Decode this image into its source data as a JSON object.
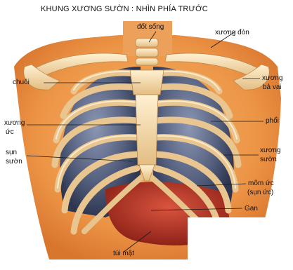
{
  "title": "KHUNG XƯƠNG SƯỜN  : NHÌN PHÍA TRƯỚC",
  "labels": {
    "dot_song": "đốt sống",
    "xuong_don": "xương đòn",
    "chuoi": "chuôi",
    "xuong_ba_vai_1": "xương",
    "xuong_ba_vai_2": "bả vai",
    "xuong_uc_1": "xương",
    "xuong_uc_2": "ức",
    "phoi": "phổi",
    "sun_suon_1": "sụn",
    "sun_suon_2": "sườn",
    "xuong_suon_1": "xương",
    "xuong_suon_2": "sườn",
    "mom_uc_1": "mõm ức",
    "mom_uc_2": "(sụn ức)",
    "gan": "Gan",
    "tui_mat": "túi mật"
  },
  "colors": {
    "background": "#ffffff",
    "skin": "#f0a45c",
    "bone": "#f4d9a4",
    "lung": "#5b6688",
    "liver": "#b8342a",
    "line": "#1a1a1a"
  }
}
